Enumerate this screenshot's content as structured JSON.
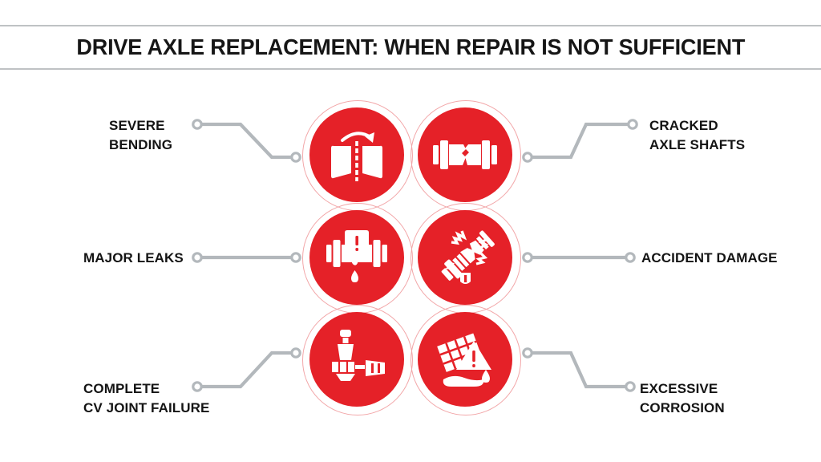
{
  "header": {
    "title": "DRIVE AXLE REPLACEMENT: WHEN REPAIR IS NOT SUFFICIENT",
    "rule_color": "#bfc2c4"
  },
  "theme": {
    "accent_red": "#e52128",
    "ring_red": "#f2a6a8",
    "connector_gray": "#b3b8bc",
    "text_black": "#141414",
    "background": "#ffffff"
  },
  "items": [
    {
      "id": "severe-bending",
      "label": "SEVERE\nBENDING",
      "side": "left",
      "row": 1,
      "icon": "bent-axle-icon"
    },
    {
      "id": "cracked-axle-shafts",
      "label": "CRACKED\nAXLE SHAFTS",
      "side": "right",
      "row": 1,
      "icon": "cracked-shaft-icon"
    },
    {
      "id": "major-leaks",
      "label": "MAJOR LEAKS",
      "side": "left",
      "row": 2,
      "icon": "leaking-axle-icon"
    },
    {
      "id": "accident-damage",
      "label": "ACCIDENT DAMAGE",
      "side": "right",
      "row": 2,
      "icon": "shattered-axle-icon"
    },
    {
      "id": "complete-cv-joint-failure",
      "label": "COMPLETE\nCV JOINT FAILURE",
      "side": "left",
      "row": 3,
      "icon": "cv-joint-icon"
    },
    {
      "id": "excessive-corrosion",
      "label": "EXCESSIVE\nCORROSION",
      "side": "right",
      "row": 3,
      "icon": "corrosion-icon"
    }
  ]
}
